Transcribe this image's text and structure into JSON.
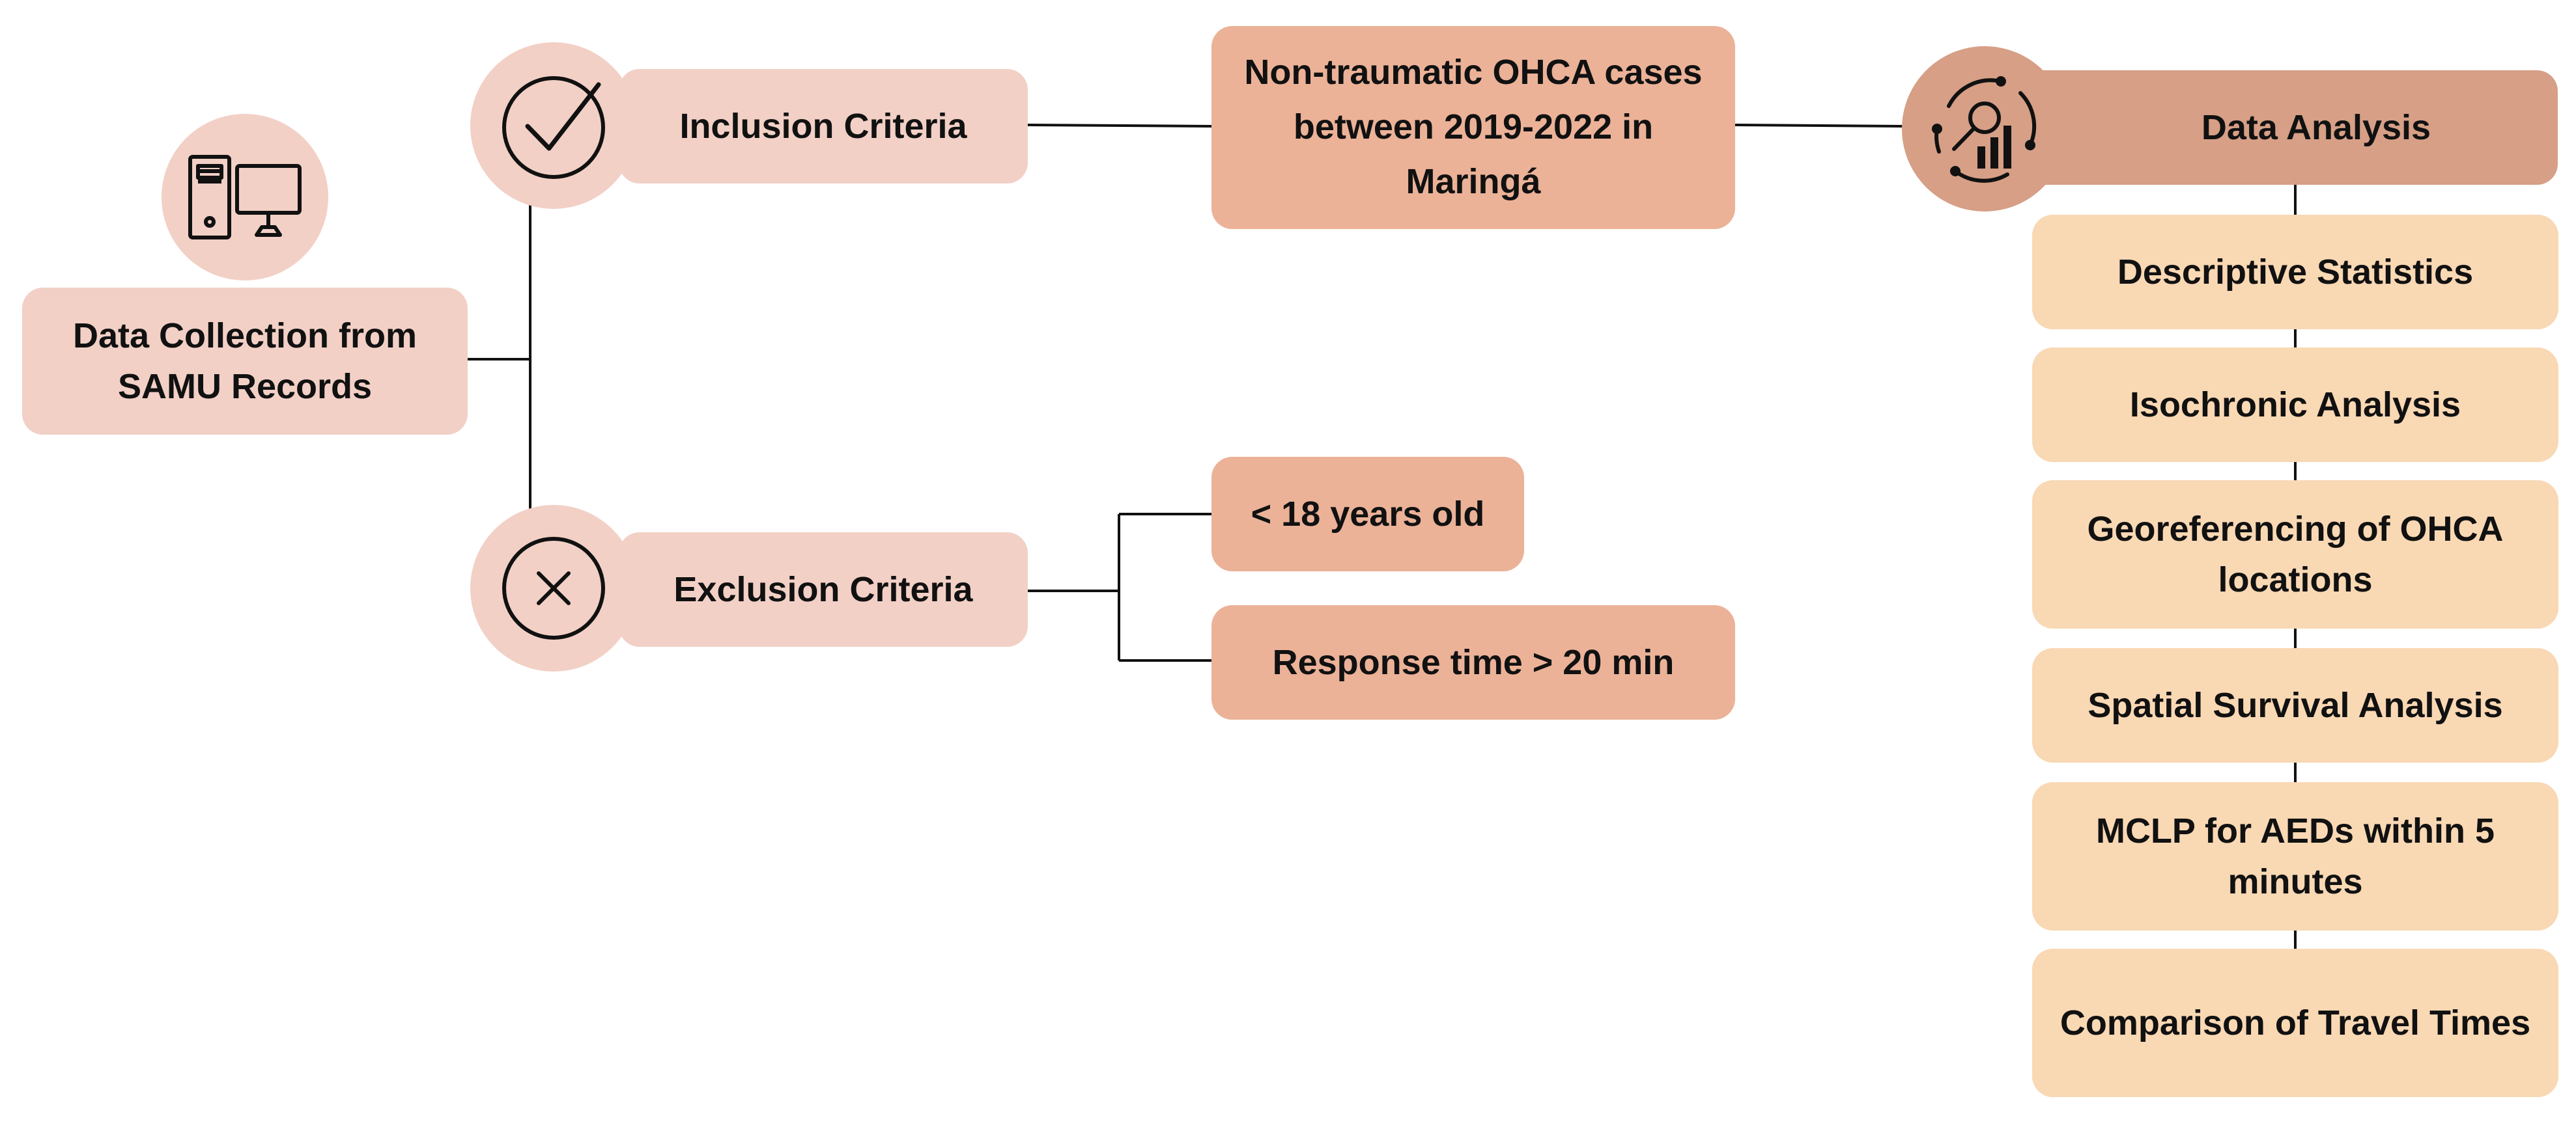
{
  "colors": {
    "pale_box": "#f2d0c6",
    "inclusion_box": "#f2d0c6",
    "case_box": "#ebb298",
    "analysis_header": "#d69f86",
    "analysis_item": "#f9d8b4",
    "line": "#111111"
  },
  "icons": {
    "collection": "computer-icon",
    "inclusion": "checkmark-icon",
    "exclusion": "x-mark-icon",
    "analysis": "analytics-chart-icon"
  },
  "data_collection": {
    "label": "Data Collection from SAMU Records"
  },
  "inclusion": {
    "label": "Inclusion Criteria",
    "cases": "Non-traumatic OHCA cases between 2019-2022 in Maringá"
  },
  "exclusion": {
    "label": "Exclusion Criteria",
    "items": [
      "< 18 years old",
      "Response time > 20 min"
    ]
  },
  "analysis": {
    "label": "Data Analysis",
    "items": [
      "Descriptive Statistics",
      "Isochronic Analysis",
      "Georeferencing of OHCA locations",
      "Spatial Survival Analysis",
      "MCLP for AEDs within 5 minutes",
      "Comparison of Travel Times"
    ]
  }
}
